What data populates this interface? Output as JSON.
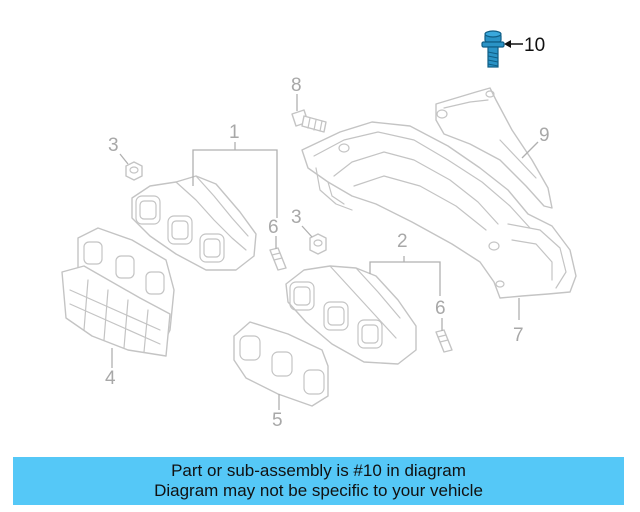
{
  "callouts": {
    "c1": "1",
    "c2": "2",
    "c3a": "3",
    "c3b": "3",
    "c4": "4",
    "c5": "5",
    "c6a": "6",
    "c6b": "6",
    "c7": "7",
    "c8": "8",
    "c9": "9",
    "c10": "10"
  },
  "highlighted_part": "10",
  "colors": {
    "banner": "#55c8f7",
    "highlight_part": "#1a7fb0",
    "line_art": "#c4c4c4"
  },
  "banner": {
    "line1": "Part or sub-assembly is #10 in diagram",
    "line2": "Diagram may not be specific to your vehicle"
  }
}
